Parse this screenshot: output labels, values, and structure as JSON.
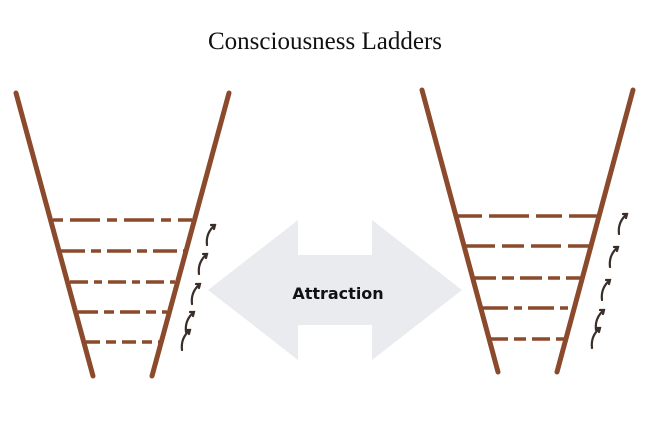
{
  "title": "Consciousness Ladders",
  "arrow_label": "Attraction",
  "colors": {
    "ladder": "#8b4a2b",
    "arrow": "#e9ebee",
    "climb_arrow": "#3a2e28",
    "text": "#111111"
  },
  "icons": {
    "ladder": "ladder-icon",
    "double_arrow": "double-arrow-icon",
    "climb_arrow": "curved-up-arrow-icon"
  },
  "ladders": [
    {
      "name": "left",
      "rungs": 5,
      "climb_arrows": 5
    },
    {
      "name": "right",
      "rungs": 5,
      "climb_arrows": 5
    }
  ]
}
